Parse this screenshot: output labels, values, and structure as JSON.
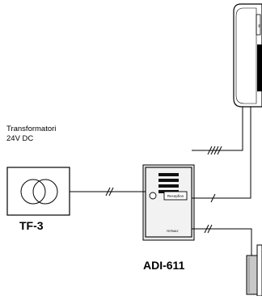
{
  "transformer": {
    "caption_line1": "Transformatori",
    "caption_line2": "24V DC",
    "model": "TF-3"
  },
  "panel": {
    "model": "ADI-611",
    "button_label": "Recepfion",
    "badge": "FERMAX"
  },
  "monitor": {
    "side_tag": "Iul"
  },
  "colors": {
    "line": "#000000",
    "background": "#ffffff",
    "panel_fill": "#f2f2f2"
  }
}
